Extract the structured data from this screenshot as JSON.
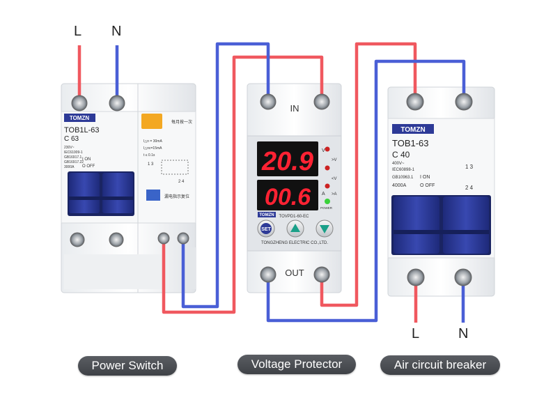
{
  "wire_labels": {
    "input_L": "L",
    "input_N": "N",
    "output_L": "L",
    "output_N": "N"
  },
  "captions": {
    "power_switch": "Power Switch",
    "voltage_protector": "Voltage Protector",
    "air_breaker": "Air circuit breaker"
  },
  "power_switch": {
    "brand": "TOMZN",
    "model": "TOB1L-63",
    "rating": "C 63",
    "specs": [
      "230V~",
      "IEC61009-1",
      "GB16917.1",
      "GB16917.22",
      "3000A"
    ],
    "on": "I ON",
    "off": "O OFF",
    "rcd_top": "每月按一次",
    "rcd_bottom": "漏电指示复位",
    "rcd_spec1": "I△n = 30mA",
    "rcd_spec2": "I△nc=15mA",
    "rcd_spec3": "t ≤ 0.1s",
    "terminals": "1 3",
    "terminals_bottom": "2 4"
  },
  "protector": {
    "in_label": "IN",
    "out_label": "OUT",
    "voltage": "20.9",
    "current": "00.6",
    "unit_v": "V",
    "unit_a": "A",
    "ind_hv": ">V",
    "ind_lv": "<V",
    "ind_ha": ">A",
    "power": "POWER",
    "brand": "TOMZN",
    "model": "TOVPD1-60-EC",
    "set": "SET",
    "maker": "TONGZHENG ELECTRIC CO.,LTD."
  },
  "air_breaker": {
    "brand": "TOMZN",
    "model": "TOB1-63",
    "rating": "C 40",
    "specs": [
      "400V~",
      "IEC60898-1",
      "GB10963.1",
      "4000A"
    ],
    "on": "I ON",
    "off": "O OFF",
    "terminals_top": "1 3",
    "terminals_bottom": "2 4"
  },
  "colors": {
    "live": "#f0585f",
    "neutral": "#4a5fd6",
    "handle": "#2d3a97",
    "display": "#ff2233",
    "pill": "#4a4d52"
  }
}
